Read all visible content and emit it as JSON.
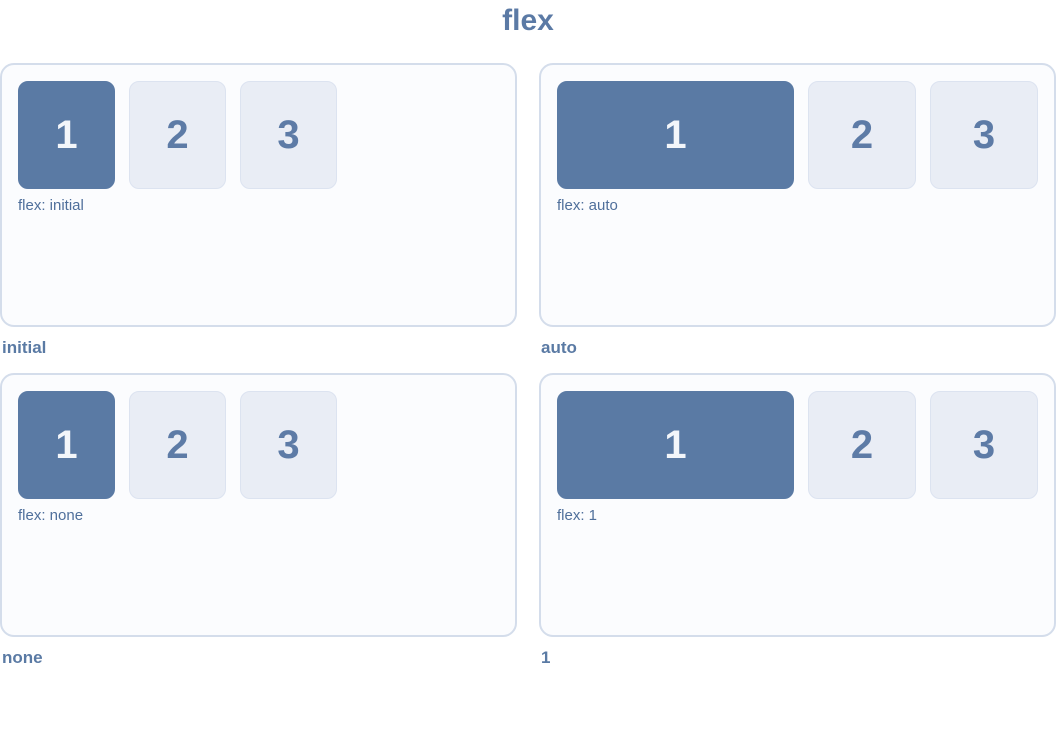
{
  "title": "flex",
  "colors": {
    "accent": "#5a7aa4",
    "highlight_box_bg": "#5a7aa4",
    "highlight_box_text": "#f3f6fa",
    "box_bg": "#e9edf5",
    "box_border": "#dce3f0",
    "box_text": "#5d7ba6",
    "panel_bg": "#fbfcfe",
    "panel_border": "#d4ddeb",
    "label_text": "#4f6f9b",
    "caption_text": "#5a7aa4",
    "page_bg": "#ffffff",
    "title_text": "#5b7aa5"
  },
  "panels": [
    {
      "label": "flex: initial",
      "caption": "initial",
      "first_item_grows": false,
      "items": [
        "1",
        "2",
        "3"
      ]
    },
    {
      "label": "flex: auto",
      "caption": "auto",
      "first_item_grows": true,
      "items": [
        "1",
        "2",
        "3"
      ]
    },
    {
      "label": "flex: none",
      "caption": "none",
      "first_item_grows": false,
      "items": [
        "1",
        "2",
        "3"
      ]
    },
    {
      "label": "flex: 1",
      "caption": "1",
      "first_item_grows": true,
      "items": [
        "1",
        "2",
        "3"
      ]
    }
  ]
}
